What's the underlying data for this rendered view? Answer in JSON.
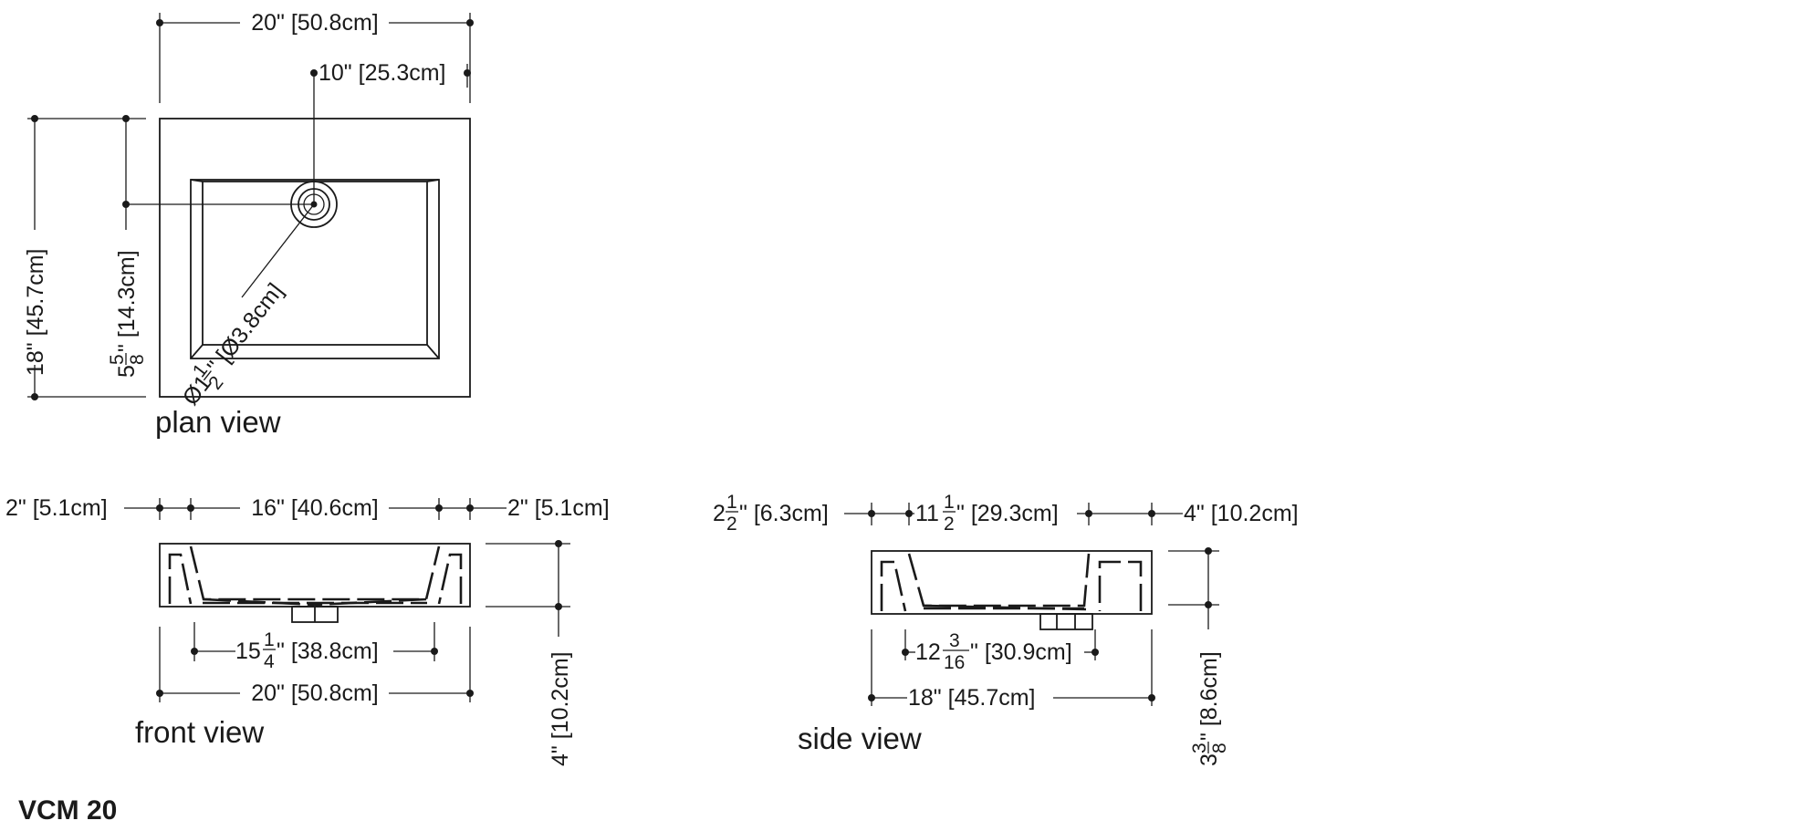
{
  "model": "VCM 20",
  "plan_view": {
    "label": "plan view",
    "width": "20\" [50.8cm]",
    "drain_offset_x": "10\" [25.3cm]",
    "depth": "18\" [45.7cm]",
    "drain_offset_y": {
      "whole": "5",
      "num": "5",
      "den": "8",
      "rest": "\" [14.3cm]"
    },
    "drain_diameter": {
      "prefix": "Ø1",
      "num": "1",
      "den": "2",
      "rest": "\" [Ø3.8cm]"
    }
  },
  "front_view": {
    "label": "front view",
    "left_rim": "2\" [5.1cm]",
    "basin_width": "16\" [40.6cm]",
    "right_rim": "2\" [5.1cm]",
    "bottom_width": {
      "whole": "15",
      "num": "1",
      "den": "4",
      "rest": "\" [38.8cm]"
    },
    "overall_width": "20\" [50.8cm]",
    "height": "4\" [10.2cm]"
  },
  "side_view": {
    "label": "side view",
    "front_rim": {
      "whole": "2",
      "num": "1",
      "den": "2",
      "rest": "\" [6.3cm]"
    },
    "basin_depth": {
      "whole": "11",
      "num": "1",
      "den": "2",
      "rest": "\" [29.3cm]"
    },
    "back_rim": "4\" [10.2cm]",
    "bottom_depth": {
      "whole": "12",
      "num": "3",
      "den": "16",
      "rest": "\" [30.9cm]"
    },
    "overall_depth": "18\" [45.7cm]",
    "height": {
      "whole": "3",
      "num": "3",
      "den": "8",
      "rest": "\" [8.6cm]"
    }
  }
}
